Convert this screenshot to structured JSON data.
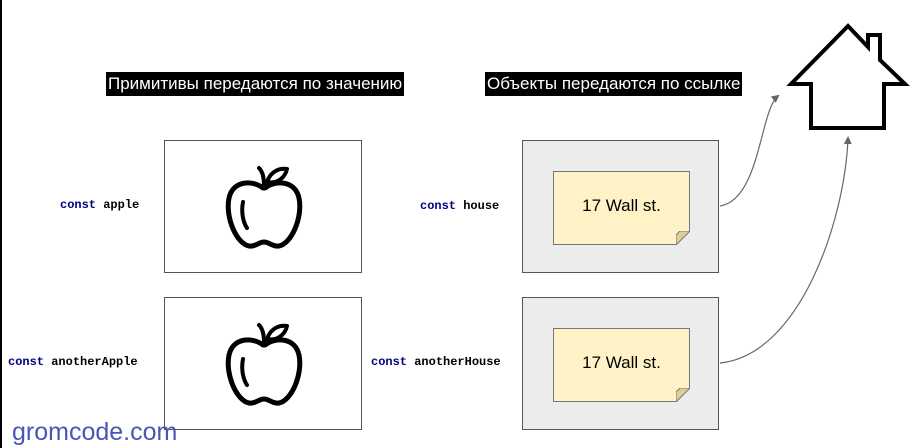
{
  "headings": {
    "primitives": "Примитивы передаются по значению",
    "objects": "Объекты передаются по ссылке"
  },
  "declarations": {
    "apple": {
      "keyword": "const",
      "name": "apple"
    },
    "another_apple": {
      "keyword": "const",
      "name": "anotherApple"
    },
    "house": {
      "keyword": "const",
      "name": "house"
    },
    "another_house": {
      "keyword": "const",
      "name": "anotherHouse"
    }
  },
  "notes": {
    "house_address": "17 Wall st.",
    "another_house_address": "17 Wall st."
  },
  "watermark": "gromcode.com",
  "icons": [
    "apple-icon",
    "house-icon",
    "sticky-note-icon",
    "arrow-icon"
  ],
  "colors": {
    "keyword": "#000080",
    "note_fill": "#fff2c6",
    "object_box_fill": "#ececec",
    "watermark": "#4a55b8"
  }
}
